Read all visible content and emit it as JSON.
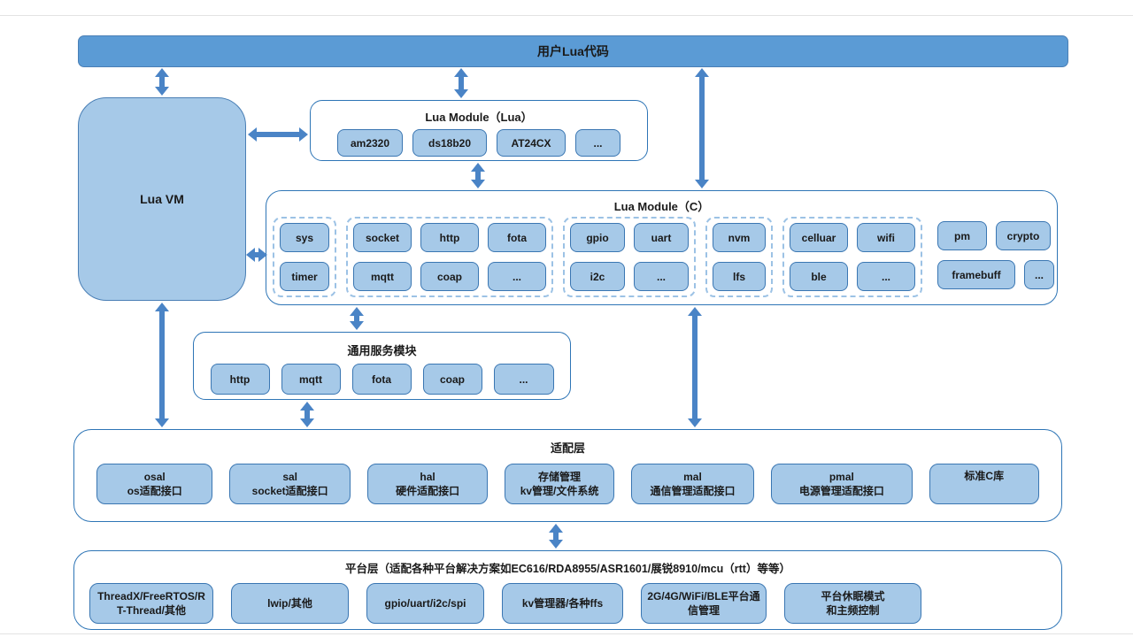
{
  "top_bar": {
    "label": "用户Lua代码"
  },
  "lua_vm": {
    "label": "Lua VM"
  },
  "module_lua": {
    "title": "Lua Module（Lua）",
    "chips": [
      "am2320",
      "ds18b20",
      "AT24CX",
      "..."
    ]
  },
  "module_c": {
    "title": "Lua Module（C）",
    "groups": [
      {
        "dashed": true,
        "rows": [
          [
            "sys"
          ],
          [
            "timer"
          ]
        ]
      },
      {
        "dashed": true,
        "rows": [
          [
            "socket",
            "http",
            "fota"
          ],
          [
            "mqtt",
            "coap",
            "..."
          ]
        ]
      },
      {
        "dashed": true,
        "rows": [
          [
            "gpio",
            "uart"
          ],
          [
            "i2c",
            "..."
          ]
        ]
      },
      {
        "dashed": true,
        "rows": [
          [
            "nvm"
          ],
          [
            "lfs"
          ]
        ]
      },
      {
        "dashed": true,
        "rows": [
          [
            "celluar",
            "wifi"
          ],
          [
            "ble",
            "..."
          ]
        ]
      },
      {
        "dashed": false,
        "rows": [
          [
            "pm",
            "crypto"
          ],
          [
            "framebuff",
            "..."
          ]
        ]
      }
    ]
  },
  "services": {
    "title": "通用服务模块",
    "chips": [
      "http",
      "mqtt",
      "fota",
      "coap",
      "..."
    ]
  },
  "adapter": {
    "title": "适配层",
    "boxes": [
      {
        "line1": "osal",
        "line2": "os适配接口"
      },
      {
        "line1": "sal",
        "line2": "socket适配接口"
      },
      {
        "line1": "hal",
        "line2": "硬件适配接口"
      },
      {
        "line1": "存储管理",
        "line2": "kv管理/文件系统"
      },
      {
        "line1": "mal",
        "line2": "通信管理适配接口"
      },
      {
        "line1": "pmal",
        "line2": "电源管理适配接口"
      },
      {
        "line1": "标准C库",
        "line2": ""
      }
    ]
  },
  "platform": {
    "title": "平台层（适配各种平台解决方案如EC616/RDA8955/ASR1601/展锐8910/mcu（rtt）等等）",
    "boxes": [
      "ThreadX/FreeRTOS/RT-Thread/其他",
      "lwip/其他",
      "gpio/uart/i2c/spi",
      "kv管理器/各种ffs",
      "2G/4G/WiFi/BLE平台通信管理",
      "平台休眠模式\n和主频控制"
    ]
  },
  "colors": {
    "bar_fill": "#5b9bd5",
    "chip_fill": "#a6c9e8",
    "panel_border": "#2e75b6",
    "dashed_group_border": "#9cc2e5",
    "arrow": "#4a84c6"
  }
}
